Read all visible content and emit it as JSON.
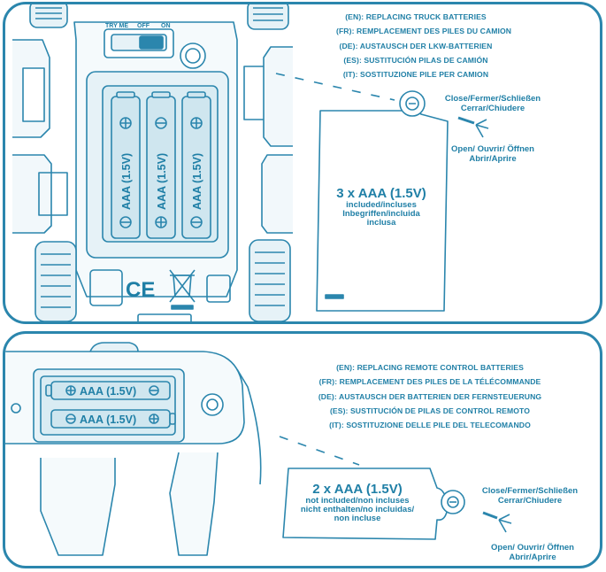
{
  "truck": {
    "switch_labels": [
      "TRY ME",
      "OFF",
      "ON"
    ],
    "languages": [
      "(EN): REPLACING TRUCK BATTERIES",
      "(FR): REMPLACEMENT DES PILES DU CAMION",
      "(DE): AUSTAUSCH DER LKW-BATTERIEN",
      "(ES): SUSTITUCIÓN PILAS DE CAMIÓN",
      "(IT): SOSTITUZIONE PILE PER CAMION"
    ],
    "battery_label": "AAA (1.5V)",
    "ce_mark": "CE",
    "cover_count": "3 x AAA (1.5V)",
    "cover_included": [
      "included/incluses",
      "Inbegriffen/incluida",
      "inclusa"
    ],
    "close_label": [
      "Close/Fermer/Schließen",
      "Cerrar/Chiudere"
    ],
    "open_label": [
      "Open/ Ouvrir/ Öffnen",
      "Abrir/Aprire"
    ]
  },
  "remote": {
    "languages": [
      "(EN): REPLACING REMOTE CONTROL BATTERIES",
      "(FR): REMPLACEMENT DES PILES DE LA TÉLÉCOMMANDE",
      "(DE): AUSTAUSCH DER BATTERIEN DER FERNSTEUERUNG",
      "(ES): SUSTITUCIÓN DE PILAS DE CONTROL REMOTO",
      "(IT): SOSTITUZIONE DELLE PILE DEL TELECOMANDO"
    ],
    "battery_label": "AAA (1.5V)",
    "cover_count": "2 x AAA (1.5V)",
    "cover_not_included": [
      "not included/non incluses",
      "nicht enthalten/no incluidas/",
      "non incluse"
    ],
    "close_label": [
      "Close/Fermer/Schließen",
      "Cerrar/Chiudere"
    ],
    "open_label": [
      "Open/ Ouvrir/ Öffnen",
      "Abrir/Aprire"
    ]
  },
  "colors": {
    "line": "#2b86ad",
    "text": "#1f7fa6",
    "battery_fill": "#cfe6ef",
    "compartment_fill": "#e6f2f7"
  }
}
